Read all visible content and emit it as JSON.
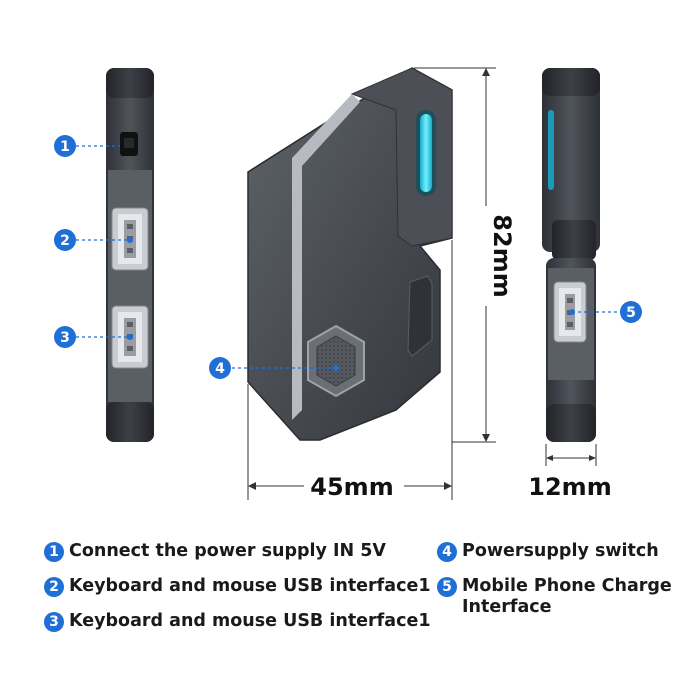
{
  "callouts": [
    "1",
    "2",
    "3",
    "4",
    "5"
  ],
  "dimensions": {
    "height": "82mm",
    "width": "45mm",
    "depth": "12mm"
  },
  "legend": [
    {
      "num": "1",
      "text": "Connect the power supply IN 5V"
    },
    {
      "num": "2",
      "text": "Keyboard and mouse USB interface1"
    },
    {
      "num": "3",
      "text": "Keyboard and mouse USB interface1"
    },
    {
      "num": "4",
      "text": "Powersupply switch"
    },
    {
      "num": "5",
      "text": "Mobile Phone Charge Interface"
    }
  ],
  "colors": {
    "accent": "#1f6fd6",
    "device_dark": "#3a3d42",
    "device_mid": "#5b5f66",
    "led": "#35d8f0"
  }
}
